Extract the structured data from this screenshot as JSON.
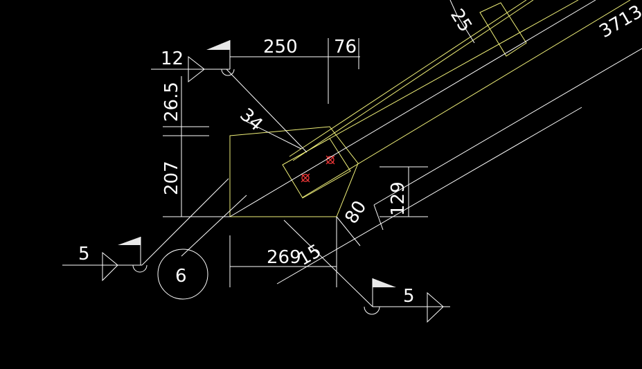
{
  "drawing": {
    "background": "#000000",
    "line_color": "#ffffff",
    "member_color": "#f2f27a",
    "bolt_color": "#ff3b3b",
    "dimensions": {
      "top_width": "250",
      "top_offset": "76",
      "vert_top": "26.5",
      "vert_plate": "207",
      "diag_34": "34",
      "right_129": "129",
      "bottom_80": "80",
      "bottom_269": "269",
      "bottom_15": "15",
      "member_25": "25",
      "member_length": "3713"
    },
    "weld_symbols": {
      "top_left": "12",
      "left": "5",
      "bottom_right": "5"
    },
    "detail_bubble": "6"
  }
}
